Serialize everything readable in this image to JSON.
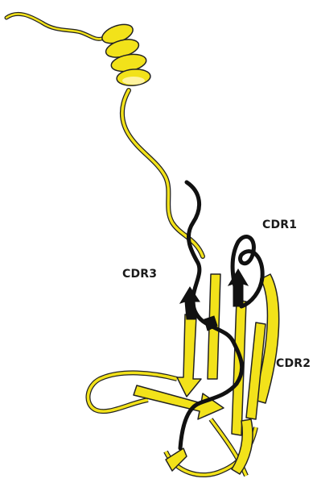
{
  "figure": {
    "labels": {
      "cdr1": "CDR1",
      "cdr2": "CDR2",
      "cdr3": "CDR3"
    },
    "colors": {
      "framework": "#f2e21a",
      "cdr_loops": "#111111",
      "outline": "#222222",
      "background": "#ffffff"
    }
  }
}
